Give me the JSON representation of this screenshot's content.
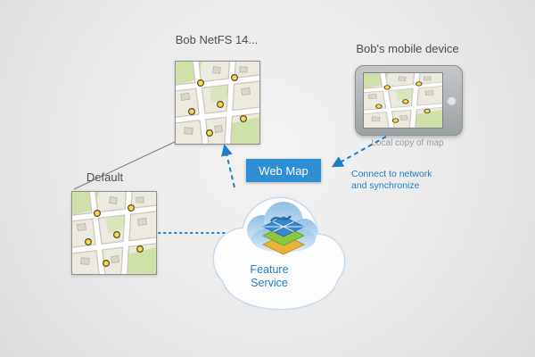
{
  "diagram": {
    "netfs_label": "Bob NetFS 14...",
    "mobile_label": "Bob's mobile device",
    "mobile_caption": "Local copy of map",
    "default_label": "Default",
    "webmap_label": "Web Map",
    "feature_line1": "Feature",
    "feature_line2": "Service",
    "sync_line1": "Connect to network",
    "sync_line2": "and synchronize"
  },
  "colors": {
    "accent_blue": "#1f7ec5",
    "webmap_bg": "#2e8fd4",
    "marker_yellow": "#ffd83d",
    "cloud_outline": "#c5dbee"
  }
}
